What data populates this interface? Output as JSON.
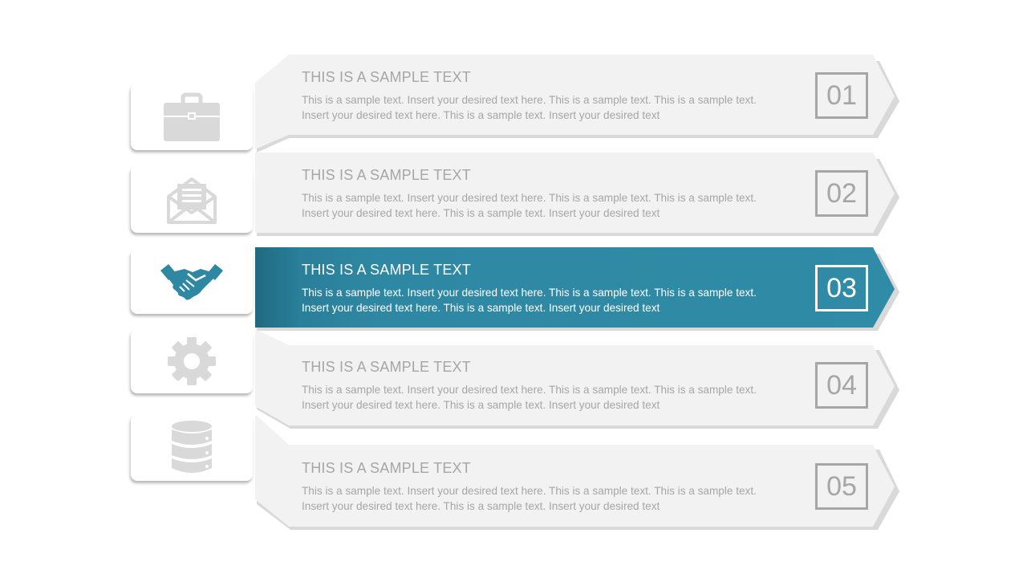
{
  "accent_color": "#2e87a3",
  "inactive_color": "#a6a6a6",
  "rows": [
    {
      "number": "01",
      "title": "THIS IS A SAMPLE TEXT",
      "line1": "This is a sample text. Insert your desired text here. This is a sample text. This is a sample text.",
      "line2": "Insert your desired text here. This is a sample text. Insert your desired text",
      "icon": "briefcase-icon",
      "active": false
    },
    {
      "number": "02",
      "title": "THIS IS A SAMPLE TEXT",
      "line1": "This is a sample text. Insert your desired text here. This is a sample text. This is a sample text.",
      "line2": "Insert your desired text here. This is a sample text. Insert your desired text",
      "icon": "envelope-icon",
      "active": false
    },
    {
      "number": "03",
      "title": "THIS IS A SAMPLE TEXT",
      "line1": "This is a sample text. Insert your desired text here. This is a sample text. This is a sample text.",
      "line2": "Insert your desired text here. This is a sample text. Insert your desired text",
      "icon": "handshake-icon",
      "active": true
    },
    {
      "number": "04",
      "title": "THIS IS A SAMPLE TEXT",
      "line1": "This is a sample text. Insert your desired text here. This is a sample text. This is a sample text.",
      "line2": "Insert your desired text here. This is a sample text. Insert your desired text",
      "icon": "gear-icon",
      "active": false
    },
    {
      "number": "05",
      "title": "THIS IS A SAMPLE TEXT",
      "line1": "This is a sample text. Insert your desired text here. This is a sample text. This is a sample text.",
      "line2": "Insert your desired text here. This is a sample text. Insert your desired text",
      "icon": "database-icon",
      "active": false
    }
  ]
}
